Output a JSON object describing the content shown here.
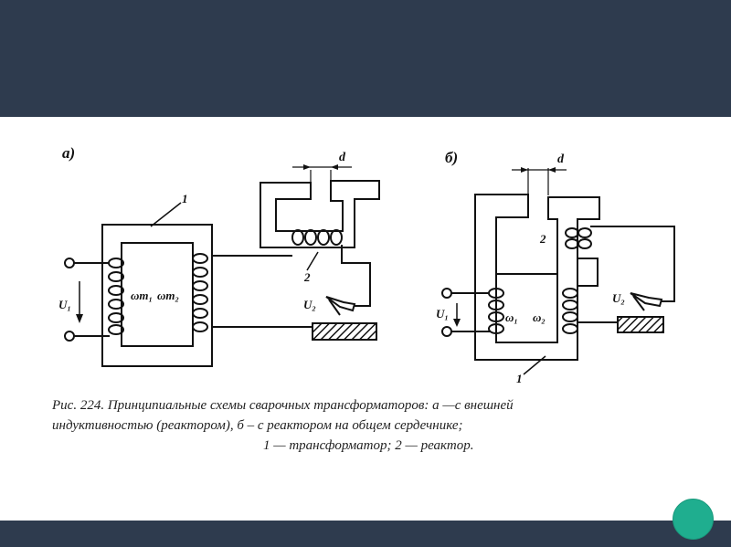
{
  "caption": {
    "line1": "Рис. 224. Принципиальные схемы сварочных трансформаторов: а —с внешней",
    "line2": "индуктивностью (реактором), б – с реактором на общем сердечнике;",
    "line3": "1 — трансформатор; 2 — реактор."
  },
  "diagram_a": {
    "panel_label": "а)",
    "gap_label": "d",
    "transformer_label": "1",
    "reactor_label": "2",
    "voltage_in": "U₁",
    "voltage_out": "U₂",
    "winding_primary": "ωт₁",
    "winding_secondary": "ωт₂"
  },
  "diagram_b": {
    "panel_label": "б)",
    "gap_label": "d",
    "transformer_label": "1",
    "reactor_label": "2",
    "voltage_in": "U₁",
    "voltage_out": "U₂",
    "winding_primary": "ω₁",
    "winding_secondary": "ω₂"
  },
  "colors": {
    "band": "#2e3b4e",
    "accent": "#1fae8f",
    "ink": "#111111"
  },
  "icons": [
    "action-circle-button"
  ]
}
